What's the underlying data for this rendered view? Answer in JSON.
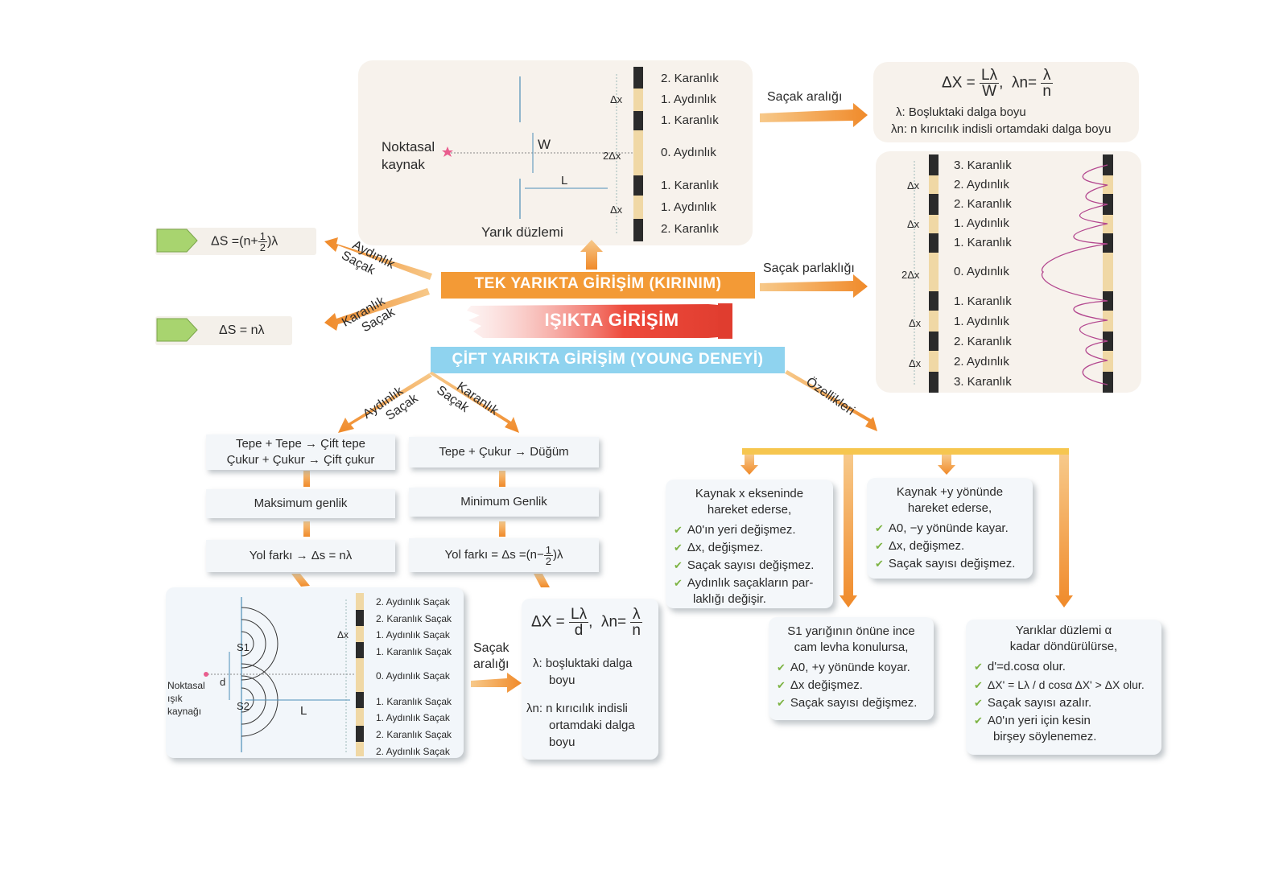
{
  "banners": {
    "tek": "TEK YARIKTA GİRİŞİM (KIRINIM)",
    "main": "IŞIKTA GİRİŞİM",
    "cift": "ÇİFT YARIKTA GİRİŞİM (YOUNG DENEYİ)"
  },
  "colors": {
    "orange": "#f39a36",
    "red": "#e8413b",
    "cyan": "#8fd3ef",
    "panel": "#f7f2ec",
    "card": "#f4f7fa",
    "green": "#a8d46f"
  },
  "single_slit": {
    "source": [
      "Noktasal",
      "kaynak"
    ],
    "W": "W",
    "L": "L",
    "plane": "Yarık düzlemi",
    "dx": "Δx",
    "dx2": "2Δx",
    "fringes": [
      "2. Karanlık",
      "1. Aydınlık",
      "1. Karanlık",
      "0. Aydınlık",
      "1. Karanlık",
      "1. Aydınlık",
      "2. Karanlık"
    ]
  },
  "labels": {
    "sacak_araligi": "Saçak aralığı",
    "sacak_parlakligi": "Saçak parlaklığı",
    "aydinlik_sacak": [
      "Aydınlık",
      "Saçak"
    ],
    "karanlik_sacak": [
      "Karanlık",
      "Saçak"
    ],
    "ozellikleri": "Özellikleri",
    "sacak_araligi2": [
      "Saçak",
      "aralığı"
    ]
  },
  "formula_single": {
    "dx": "ΔX =",
    "num": "Lλ",
    "den": "W",
    "lam": "λn=",
    "lnum": "λ",
    "lden": "n",
    "line1": "λ: Boşluktaki dalga boyu",
    "line2": "λn: n kırıcılık indisli ortamdaki dalga boyu"
  },
  "brightness": {
    "fringes": [
      "3. Karanlık",
      "2. Aydınlık",
      "2. Karanlık",
      "1. Aydınlık",
      "1. Karanlık",
      "0. Aydınlık",
      "1. Karanlık",
      "1. Aydınlık",
      "2. Karanlık",
      "2. Aydınlık",
      "3. Karanlık"
    ],
    "dx": "Δx",
    "dx2": "2Δx"
  },
  "path_diff": {
    "bright": {
      "pre": "ΔS =(n+",
      "num": "1",
      "den": "2",
      "post": ")λ"
    },
    "dark": "ΔS = nλ"
  },
  "double": {
    "bright_box": [
      "Tepe + Tepe → Çift tepe",
      "Çukur + Çukur → Çift çukur"
    ],
    "dark_box": "Tepe + Çukur → Düğüm",
    "max": "Maksimum genlik",
    "min": "Minimum Genlik",
    "yol_bright": "Yol farkı → Δs = nλ",
    "yol_dark": {
      "pre": "Yol farkı = Δs =(n−",
      "num": "1",
      "den": "2",
      "post": ")λ"
    },
    "source": [
      "Noktasal",
      "ışık",
      "kaynağı"
    ],
    "s1": "S1",
    "s2": "S2",
    "d": "d",
    "L": "L",
    "dx": "Δx",
    "fringes": [
      "2. Aydınlık Saçak",
      "2. Karanlık Saçak",
      "1. Aydınlık Saçak",
      "1. Karanlık Saçak",
      "0. Aydınlık Saçak",
      "1. Karanlık Saçak",
      "1. Aydınlık Saçak",
      "2. Karanlık Saçak",
      "2. Aydınlık Saçak"
    ]
  },
  "formula_double": {
    "dx": "ΔX =",
    "num": "Lλ",
    "den": "d",
    "lam": "λn=",
    "lnum": "λ",
    "lden": "n",
    "line1": [
      "λ: boşluktaki dalga",
      "boyu"
    ],
    "line2": [
      "λn: n kırıcılık indisli",
      "ortamdaki dalga",
      "boyu"
    ]
  },
  "cards": {
    "c1": {
      "title": [
        "Kaynak x ekseninde",
        "hareket ederse,"
      ],
      "items": [
        "A0'ın yeri değişmez.",
        "Δx, değişmez.",
        "Saçak sayısı değişmez.",
        "Aydınlık saçakların par-",
        "laklığı değişir."
      ]
    },
    "c2": {
      "title": [
        "Kaynak +y yönünde",
        "hareket ederse,"
      ],
      "items": [
        "A0, −y yönünde kayar.",
        "Δx, değişmez.",
        "Saçak sayısı değişmez."
      ]
    },
    "c3": {
      "title": [
        "S1 yarığının önüne ince",
        "cam levha konulursa,"
      ],
      "items": [
        "A0, +y yönünde koyar.",
        "Δx değişmez.",
        "Saçak sayısı değişmez."
      ]
    },
    "c4": {
      "title": [
        "Yarıklar düzlemi α",
        "kadar döndürülürse,"
      ],
      "items": [
        "d'=d.cosα olur.",
        "ΔX' = Lλ / d cosα   ΔX' > ΔX  olur.",
        "Saçak sayısı azalır.",
        "A0'ın yeri için kesin",
        "birşey söylenemez."
      ]
    }
  }
}
